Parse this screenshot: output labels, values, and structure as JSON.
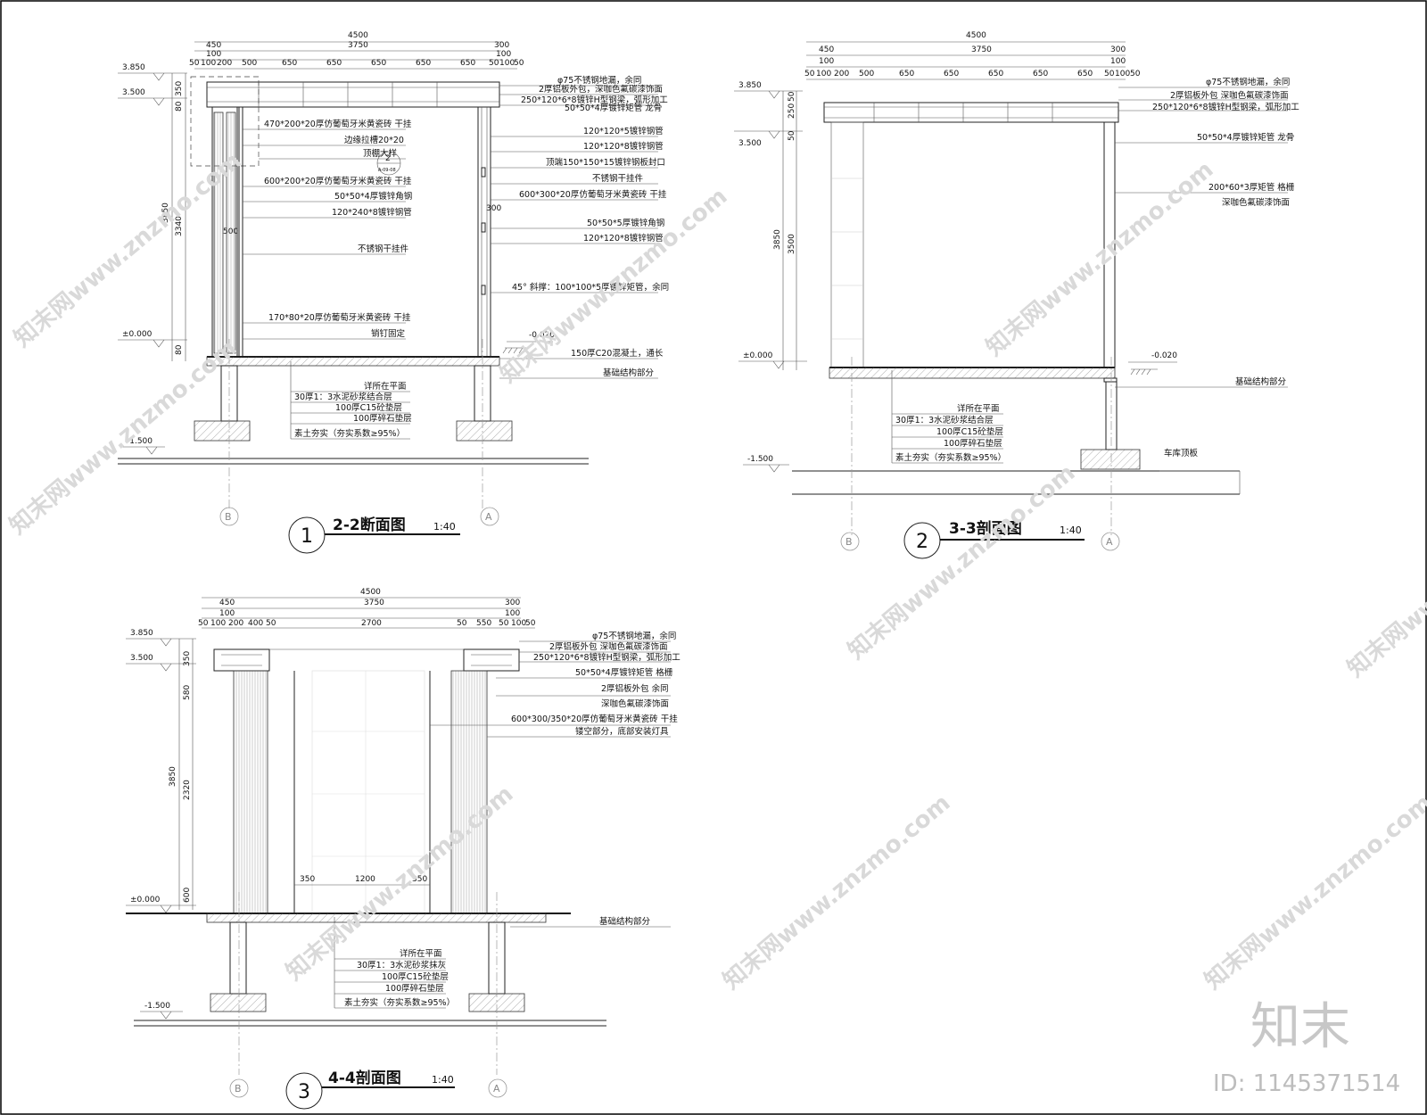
{
  "sheet": {
    "brand": "知末",
    "id_label": "ID: 1145371514",
    "watermark": "知末网www.znzmo.com"
  },
  "s1": {
    "circle": "1",
    "title": "2-2断面图",
    "scale": "1:40",
    "axis_left": "B",
    "axis_right": "A",
    "top_dims": {
      "row1": "4500",
      "row2": [
        "450",
        "3750",
        "300"
      ],
      "row3": [
        "100",
        "100"
      ],
      "row4": [
        "50",
        "100",
        "200",
        "500",
        "650",
        "650",
        "650",
        "650",
        "650",
        "50",
        "100",
        "50"
      ]
    },
    "levels": [
      "3.850",
      "3.500",
      "±0.000",
      "-1.500",
      "-0.020"
    ],
    "vdims": [
      "350",
      "80",
      "3850",
      "3340",
      "80",
      "500",
      "300"
    ],
    "detail": {
      "label": "2",
      "sub": "A-09-08"
    },
    "labels_left": [
      "470*200*20厚仿葡萄牙米黄瓷砖  干挂",
      "边缘拉槽20*20",
      "顶棚大样",
      "600*200*20厚仿葡萄牙米黄瓷砖  干挂",
      "50*50*4厚镀锌角钢",
      "120*240*8镀锌钢管",
      "不锈钢干挂件",
      "170*80*20厚仿葡萄牙米黄瓷砖  干挂",
      "销钉固定"
    ],
    "labels_right": [
      "φ75不锈钢地漏，余同",
      "2厚铝板外包，深咖色氟碳漆饰面",
      "250*120*6*8镀锌H型钢梁，弧形加工",
      "50*50*4厚镀锌矩管 龙骨",
      "120*120*5镀锌钢管",
      "120*120*8镀锌钢管",
      "顶端150*150*15镀锌钢板封口",
      "不锈钢干挂件",
      "600*300*20厚仿葡萄牙米黄瓷砖  干挂",
      "50*50*5厚镀锌角钢",
      "120*120*8镀锌钢管",
      "45° 斜撑：100*100*5厚镀锌矩管，余同",
      "150厚C20混凝土，通长",
      "基础结构部分"
    ],
    "labels_bottom": [
      "详所在平面",
      "30厚1：3水泥砂浆结合层",
      "100厚C15砼垫层",
      "100厚碎石垫层",
      "素土夯实（夯实系数≥95%）"
    ]
  },
  "s2": {
    "circle": "2",
    "title": "3-3剖面图",
    "scale": "1:40",
    "axis_left": "B",
    "axis_right": "A",
    "top_dims": {
      "row1": "4500",
      "row2": [
        "450",
        "3750",
        "300"
      ],
      "row3": [
        "100",
        "100"
      ],
      "row4": [
        "50",
        "100",
        "200",
        "500",
        "650",
        "650",
        "650",
        "650",
        "650",
        "50",
        "100",
        "50"
      ]
    },
    "levels": [
      "3.850",
      "3.500",
      "±0.000",
      "-1.500",
      "-0.020"
    ],
    "vdims": [
      "50",
      "250",
      "50",
      "3850",
      "3500"
    ],
    "labels_right": [
      "φ75不锈钢地漏，余同",
      "2厚铝板外包 深咖色氟碳漆饰面",
      "250*120*6*8镀锌H型钢梁，弧形加工",
      "50*50*4厚镀锌矩管 龙骨",
      "200*60*3厚矩管 格栅",
      "深咖色氟碳漆饰面",
      "基础结构部分",
      "车库顶板"
    ],
    "labels_bottom": [
      "详所在平面",
      "30厚1：3水泥砂浆结合层",
      "100厚C15砼垫层",
      "100厚碎石垫层",
      "素土夯实（夯实系数≥95%）"
    ]
  },
  "s3": {
    "circle": "3",
    "title": "4-4剖面图",
    "scale": "1:40",
    "axis_left": "B",
    "axis_right": "A",
    "top_dims": {
      "row1": "4500",
      "row2": [
        "450",
        "3750",
        "300"
      ],
      "row3": [
        "100",
        "100"
      ],
      "row4": [
        "50",
        "100",
        "200",
        "400",
        "50",
        "2700",
        "50",
        "550",
        "50",
        "100",
        "50"
      ]
    },
    "levels": [
      "3.850",
      "3.500",
      "±0.000",
      "-1.500"
    ],
    "vdims": [
      "350",
      "580",
      "3850",
      "2320",
      "600"
    ],
    "inner_dims": [
      "350",
      "1200",
      "350"
    ],
    "labels_right": [
      "φ75不锈钢地漏，余同",
      "2厚铝板外包 深咖色氟碳漆饰面",
      "250*120*6*8镀锌H型钢梁，弧形加工",
      "50*50*4厚镀锌矩管 格栅",
      "2厚铝板外包 余同",
      "深咖色氟碳漆饰面",
      "600*300/350*20厚仿葡萄牙米黄瓷砖 干挂",
      "镂空部分，底部安装灯具",
      "基础结构部分"
    ],
    "labels_bottom": [
      "详所在平面",
      "30厚1：3水泥砂浆抹灰",
      "100厚C15砼垫层",
      "100厚碎石垫层",
      "素土夯实（夯实系数≥95%）"
    ]
  }
}
